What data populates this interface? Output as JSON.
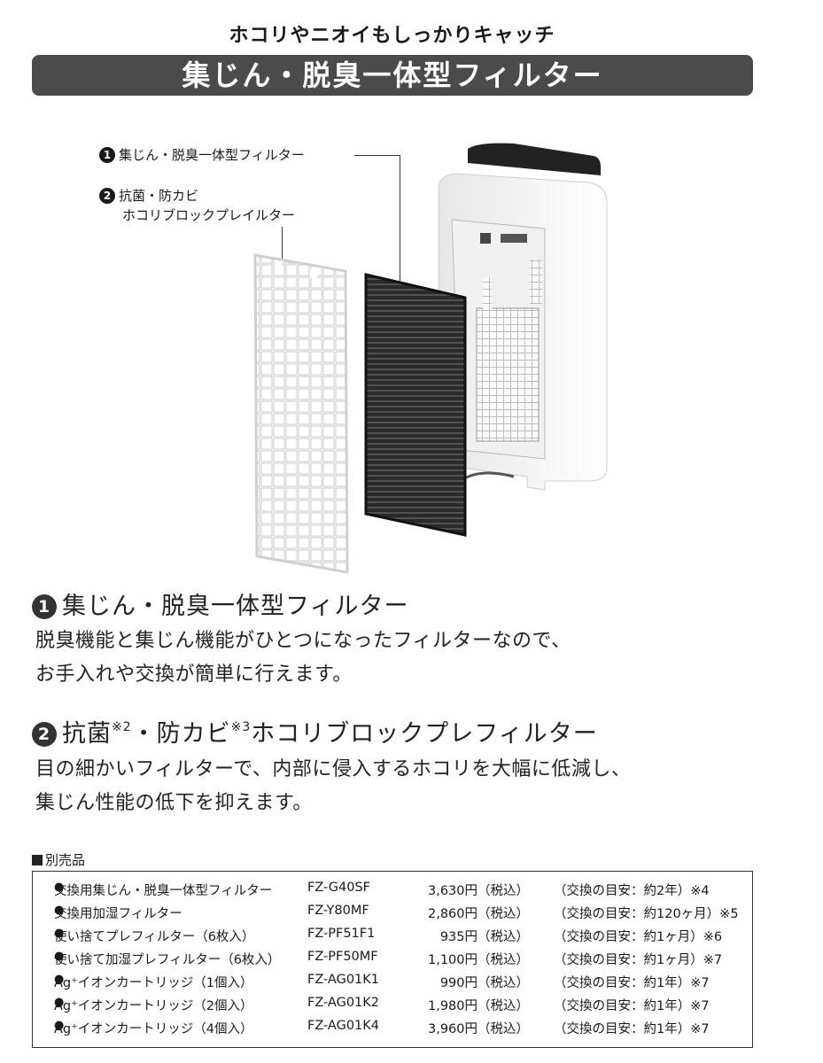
{
  "header": {
    "subtitle": "ホコリやニオイもしっかりキャッチ",
    "title": "集じん・脱臭一体型フィルター"
  },
  "callouts": [
    {
      "num": "1",
      "lines": [
        "集じん・脱臭一体型フィルター"
      ]
    },
    {
      "num": "2",
      "lines": [
        "抗菌・防カビ",
        "ホコリブロックプレイルター"
      ]
    }
  ],
  "sections": [
    {
      "num": "1",
      "title": "集じん・脱臭一体型フィルター",
      "body": [
        "脱臭機能と集じん機能がひとつになったフィルターなので、",
        "お手入れや交換が簡単に行えます。"
      ]
    },
    {
      "num": "2",
      "title_a": "抗菌",
      "sup_a": "※2",
      "title_b": "・防カビ",
      "sup_b": "※3",
      "title_c": "ホコリブロックプレフィルター",
      "body": [
        "目の細かいフィルターで、内部に侵入するホコリを大幅に低減し、",
        "集じん性能の低下を抑えます。"
      ]
    }
  ],
  "accessories": {
    "heading": "別売品",
    "items": [
      {
        "name": "交換用集じん・脱臭一体型フィルター",
        "code": "FZ-G40SF",
        "price": "3,630円（税込）",
        "note": "（交換の目安：約2年）※4"
      },
      {
        "name": "交換用加湿フィルター",
        "code": "FZ-Y80MF",
        "price": "2,860円（税込）",
        "note": "（交換の目安：約120ヶ月）※5"
      },
      {
        "name": "使い捨てプレフィルター（6枚入）",
        "code": "FZ-PF51F1",
        "price": "935円（税込）",
        "note": "（交換の目安：約1ヶ月）※6"
      },
      {
        "name": "使い捨て加湿プレフィルター（6枚入）",
        "code": "FZ-PF50MF",
        "price": "1,100円（税込）",
        "note": "（交換の目安：約1ヶ月）※7"
      },
      {
        "name": "Ag⁺イオンカートリッジ（1個入）",
        "code": "FZ-AG01K1",
        "price": "990円（税込）",
        "note": "（交換の目安：約1年）※7"
      },
      {
        "name": "Ag⁺イオンカートリッジ（2個入）",
        "code": "FZ-AG01K2",
        "price": "1,980円（税込）",
        "note": "（交換の目安：約1年）※7"
      },
      {
        "name": "Ag⁺イオンカートリッジ（4個入）",
        "code": "FZ-AG01K4",
        "price": "3,960円（税込）",
        "note": "（交換の目安：約1年）※7"
      }
    ]
  }
}
